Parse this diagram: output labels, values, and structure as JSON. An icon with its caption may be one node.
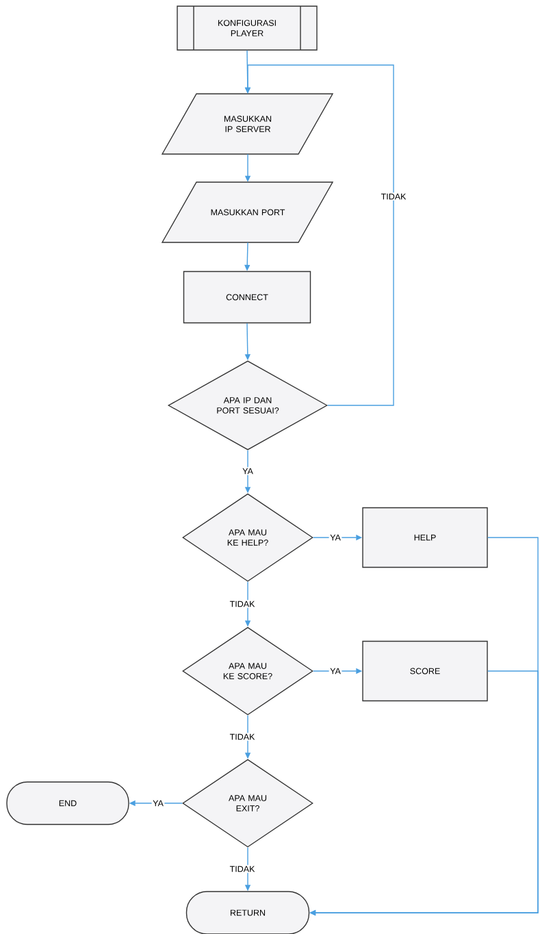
{
  "diagram": {
    "nodes": [
      {
        "text": [
          "KONFIGURASI PLAYER"
        ]
      },
      {
        "text": [
          "MASUKKAN IP SERVER"
        ]
      },
      {
        "text": [
          "MASUKKAN PORT"
        ]
      },
      {
        "text": [
          "CONNECT"
        ]
      },
      {
        "text": [
          "APA IP DAN PORT SESUAI?"
        ]
      },
      {
        "text": [
          "APA MAU KE HELP?"
        ]
      },
      {
        "text": [
          "HELP"
        ]
      },
      {
        "text": [
          "APA MAU KE SCORE?"
        ]
      },
      {
        "text": [
          "SCORE"
        ]
      },
      {
        "text": [
          "APA MAU EXIT?"
        ]
      },
      {
        "text": [
          "END"
        ]
      },
      {
        "text": [
          "RETURN"
        ]
      }
    ],
    "edges": [
      {
        "from": 0,
        "to": 1,
        "arrow": "to"
      },
      {
        "from": 1,
        "to": 2,
        "arrow": "to"
      },
      {
        "from": 2,
        "to": 3,
        "arrow": "to"
      },
      {
        "from": 3,
        "to": 4,
        "arrow": "to"
      },
      {
        "from": 4,
        "to": 1,
        "arrow": "to",
        "label": "TIDAK"
      },
      {
        "from": 4,
        "to": 5,
        "arrow": "to",
        "label": "YA"
      },
      {
        "from": 5,
        "to": 6,
        "arrow": "to",
        "label": "YA"
      },
      {
        "from": 5,
        "to": 7,
        "arrow": "to",
        "label": "TIDAK"
      },
      {
        "from": 6,
        "to": 11,
        "arrow": "to"
      },
      {
        "from": 7,
        "to": 8,
        "arrow": "to",
        "label": "YA"
      },
      {
        "from": 7,
        "to": 9,
        "arrow": "to",
        "label": "TIDAK"
      },
      {
        "from": 8,
        "to": 11,
        "arrow": "to"
      },
      {
        "from": 9,
        "to": 10,
        "arrow": "to",
        "label": "YA"
      },
      {
        "from": 9,
        "to": 11,
        "arrow": "to",
        "label": "TIDAK"
      }
    ]
  }
}
